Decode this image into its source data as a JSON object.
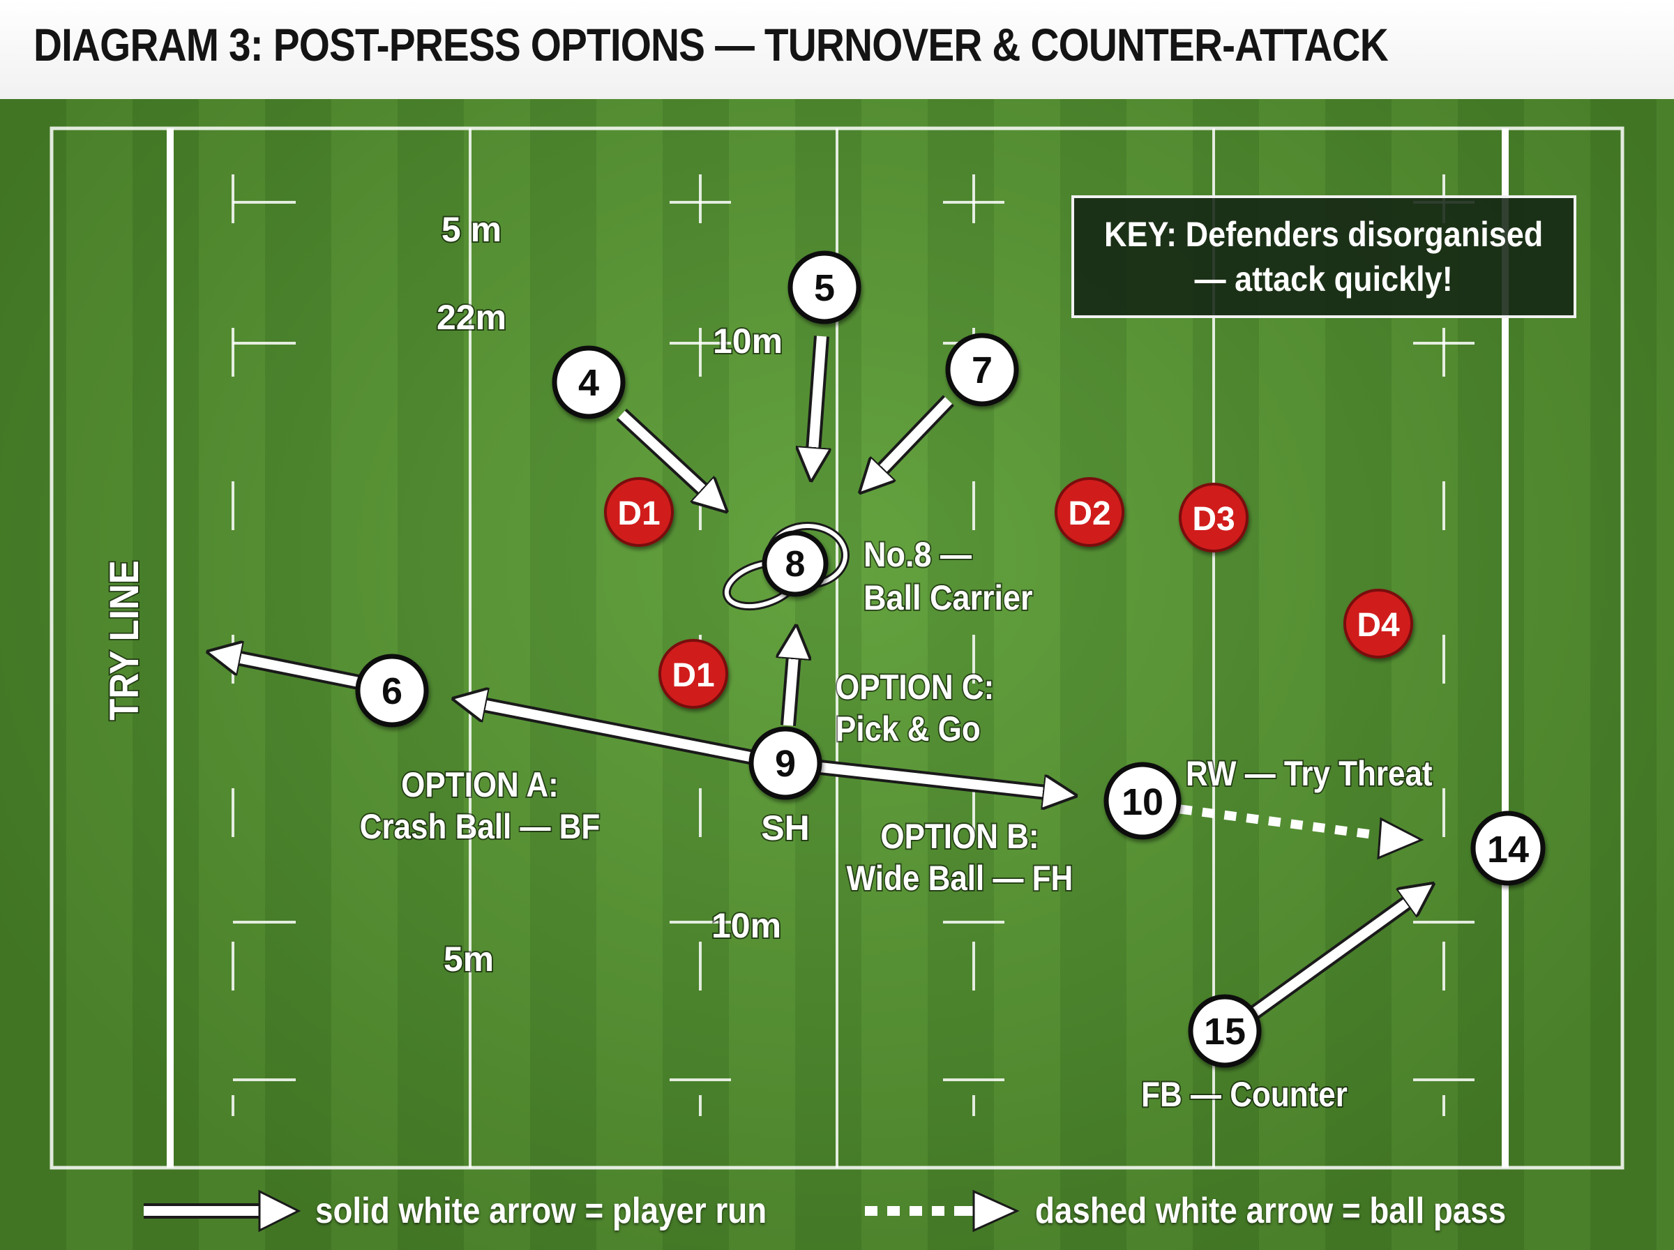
{
  "title": "DIAGRAM 3: POST-PRESS OPTIONS — TURNOVER & COUNTER-ATTACK",
  "pitch_labels": {
    "try_line": "TRY LINE",
    "five_m_top": "5 m",
    "twenty_two_m": "22m",
    "ten_m_top": "10m",
    "ten_m_bottom": "10m",
    "five_m_bottom": "5m"
  },
  "key": {
    "line1": "KEY: Defenders disorganised",
    "line2": "— attack quickly!"
  },
  "players": {
    "p4": "4",
    "p5": "5",
    "p7": "7",
    "p8": "8",
    "p6": "6",
    "p9": "9",
    "p10": "10",
    "p14": "14",
    "p15": "15"
  },
  "defenders": {
    "d1a": "D1",
    "d1b": "D1",
    "d2": "D2",
    "d3": "D3",
    "d4": "D4"
  },
  "annotations": {
    "no8_line1": "No.8 —",
    "no8_line2": "Ball Carrier",
    "option_c_line1": "OPTION C:",
    "option_c_line2": "Pick & Go",
    "option_a_line1": "OPTION A:",
    "option_a_line2": "Crash Ball — BF",
    "sh": "SH",
    "option_b_line1": "OPTION B:",
    "option_b_line2": "Wide Ball — FH",
    "rw": "RW — Try Threat",
    "fb": "FB — Counter"
  },
  "legend": {
    "solid": "solid white arrow = player run",
    "dashed": "dashed white arrow = ball pass"
  },
  "colors": {
    "grass_dark": "#4f8f2c",
    "grass_light": "#5a9c33",
    "defender_red": "#d11f1f",
    "line_white": "#ffffff"
  }
}
